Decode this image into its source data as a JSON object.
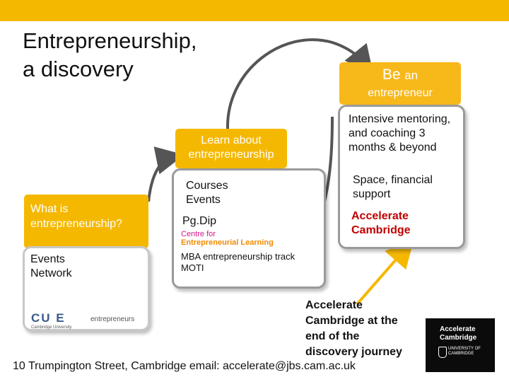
{
  "header": {
    "title_line1": "Entrepreneurship,",
    "title_line2": "a discovery"
  },
  "be_an": {
    "line1_be": "Be",
    "line1_an": "an",
    "line2": "entrepreneur"
  },
  "learn": {
    "label_line1": "Learn about",
    "label_line2": "entrepreneurship",
    "courses": "Courses",
    "events": "Events",
    "pgdip": "Pg.Dip",
    "centre_line1": "Centre for",
    "centre_line2": "Entrepreneurial Learning",
    "mba_line1": "MBA entrepreneurship track",
    "mba_line2": "MOTI"
  },
  "what": {
    "label_line1": "What is",
    "label_line2": "entrepreneurship?",
    "events": "Events",
    "network": "Network"
  },
  "right_box": {
    "mentoring_line1": "Intensive mentoring,",
    "mentoring_line2": "and coaching 3",
    "mentoring_line3": "months & beyond",
    "space_line1": "Space, financial",
    "space_line2": "support",
    "accelerate_line1": "Accelerate",
    "accelerate_line2": "Cambridge"
  },
  "callout": {
    "line1": "Accelerate",
    "line2": "Cambridge at the",
    "line3": "end of the",
    "line4": "discovery journey"
  },
  "logos": {
    "cusec_top": "CU E",
    "cusec_sub": "Cambridge University",
    "entrepreneurs_text": "entrepreneurs",
    "accelerate_logo_line1": "Accelerate",
    "accelerate_logo_line2": "Cambridge",
    "university_line1": "UNIVERSITY OF",
    "university_line2": "CAMBRIDGE"
  },
  "footer": {
    "text": "10 Trumpington Street, Cambridge email: accelerate@jbs.cam.ac.uk"
  },
  "colors": {
    "accent": "#f5b800",
    "box_border": "#9a9a9a",
    "arrow_gray": "#555555",
    "arrow_orange": "#f5b800"
  }
}
